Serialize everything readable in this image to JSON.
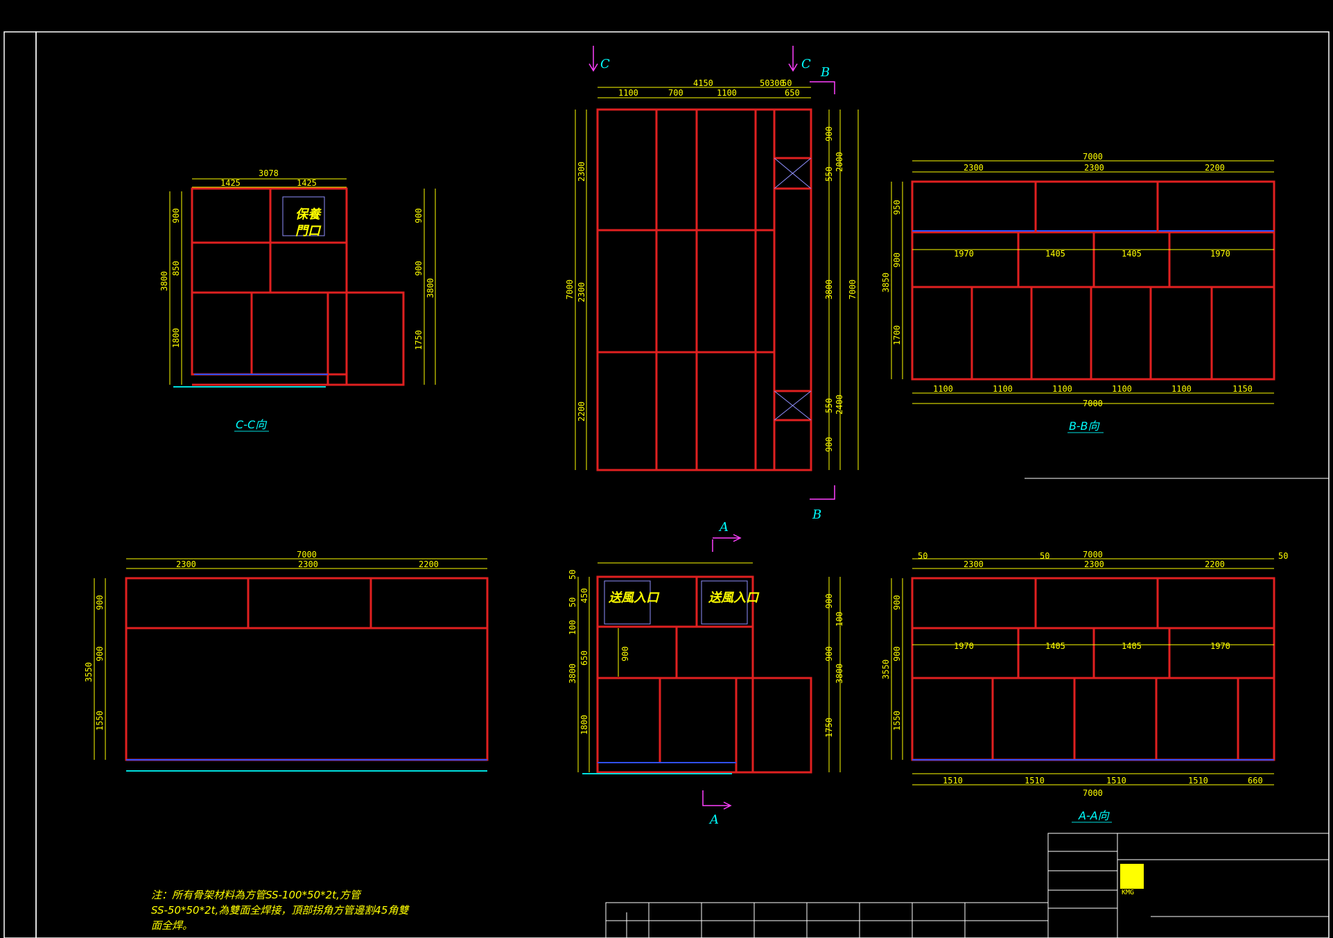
{
  "views": {
    "cc": {
      "title": "C-C向",
      "top_total": "3078",
      "top_a": "1425",
      "top_b": "1425",
      "left_total": "3800",
      "left_a": "900",
      "left_b": "850",
      "left_c": "1800",
      "right_a": "900",
      "right_b": "900",
      "right_total": "3800",
      "right_c": "1750",
      "box_line1": "保養",
      "box_line2": "門口"
    },
    "plan": {
      "cut_c": "C",
      "cut_b": "B",
      "top_total": "4150",
      "top_a": "1100",
      "top_b": "700",
      "top_c": "1100",
      "top_d": "50",
      "top_e": "300",
      "top_f": "50",
      "top_g": "650",
      "left_total": "7000",
      "left_a": "2300",
      "left_b": "2300",
      "left_c": "2200",
      "right_a": "900",
      "right_b": "550",
      "right_c": "2000",
      "right_d": "3800",
      "right_e": "550",
      "right_f": "2400",
      "right_g": "900",
      "right_total": "7000"
    },
    "bb": {
      "title": "B-B向",
      "top_total": "7000",
      "top_a": "2300",
      "top_b": "2300",
      "top_c": "2200",
      "mid": [
        "1970",
        "1405",
        "1405",
        "1970"
      ],
      "bottom": [
        "1100",
        "1100",
        "1100",
        "1100",
        "1100",
        "1150"
      ],
      "bottom_total": "7000",
      "left_total": "3850",
      "left_a": "950",
      "left_b": "900",
      "left_c": "1700"
    },
    "front": {
      "top_total": "7000",
      "top_a": "2300",
      "top_b": "2300",
      "top_c": "2200",
      "left_total": "3550",
      "left_a": "900",
      "left_b": "900",
      "left_c": "1550"
    },
    "side": {
      "cut_a": "A",
      "label": "送風入口",
      "left_total": "3800",
      "left_a": "50",
      "left_b": "450",
      "left_c": "50",
      "left_d": "100",
      "left_e": "650",
      "left_f": "1800",
      "inner": "900",
      "right_a": "900",
      "right_b": "100",
      "right_c": "900",
      "right_total": "3800",
      "right_d": "1750"
    },
    "aa": {
      "title": "A-A向",
      "top_total": "7000",
      "top_a": "2300",
      "top_b": "2300",
      "top_c": "2200",
      "off": "50",
      "mid": [
        "1970",
        "1405",
        "1405",
        "1970"
      ],
      "bottom": [
        "1510",
        "1510",
        "1510",
        "1510",
        "660"
      ],
      "bottom_total": "7000",
      "left_total": "3550",
      "left_a": "900",
      "left_b": "900",
      "left_c": "1550"
    }
  },
  "note": {
    "line1": "注：所有骨架材料為方管SS-100*50*2t,方管",
    "line2": "SS-50*50*2t,為雙面全焊接，頂部拐角方管邊割45角雙",
    "line3": "面全焊。"
  },
  "logo": {
    "text": "KMG"
  },
  "colors": {
    "frame": "#e02020",
    "dimension": "#ffff00",
    "cut_label": "#00ffff",
    "cut_arrow": "#ff40ff",
    "base": "#3050ff",
    "border": "#ffffff"
  }
}
